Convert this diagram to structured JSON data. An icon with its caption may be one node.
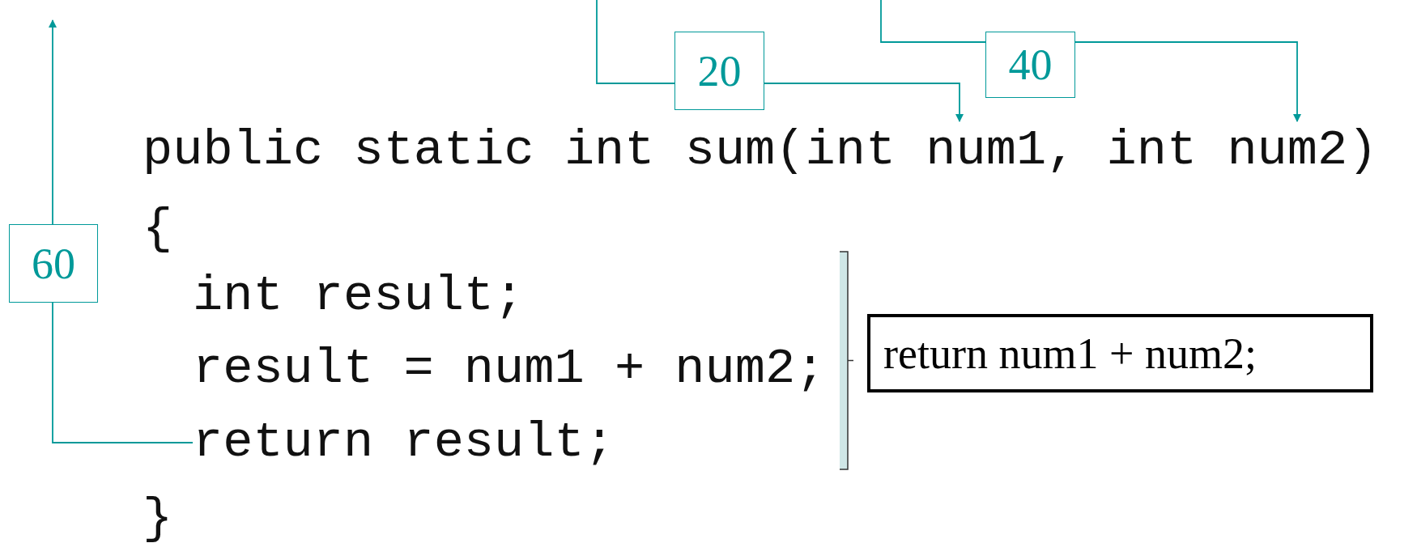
{
  "diagram": {
    "nodes": [
      {
        "text": [
          "20"
        ]
      },
      {
        "text": [
          "40"
        ]
      },
      {
        "text": [
          "public static int sum(int num1, int num2)"
        ]
      },
      {
        "text": [
          "60"
        ]
      },
      {
        "text": [
          "return result;"
        ]
      },
      {
        "text": [],
        "shape": "bracket"
      },
      {
        "text": [
          "return num1 + num2;"
        ]
      }
    ],
    "edges": [
      {
        "from": null,
        "to": 0,
        "arrow": "none"
      },
      {
        "from": 0,
        "to": 2,
        "arrow": "to"
      },
      {
        "from": null,
        "to": 1,
        "arrow": "none"
      },
      {
        "from": 1,
        "to": 2,
        "arrow": "to"
      },
      {
        "from": 3,
        "to": null,
        "arrow": "to"
      },
      {
        "from": 3,
        "to": 4,
        "arrow": "none"
      }
    ],
    "labels": [
      "{",
      "int result;",
      "result = num1 + num2;",
      "}"
    ]
  }
}
